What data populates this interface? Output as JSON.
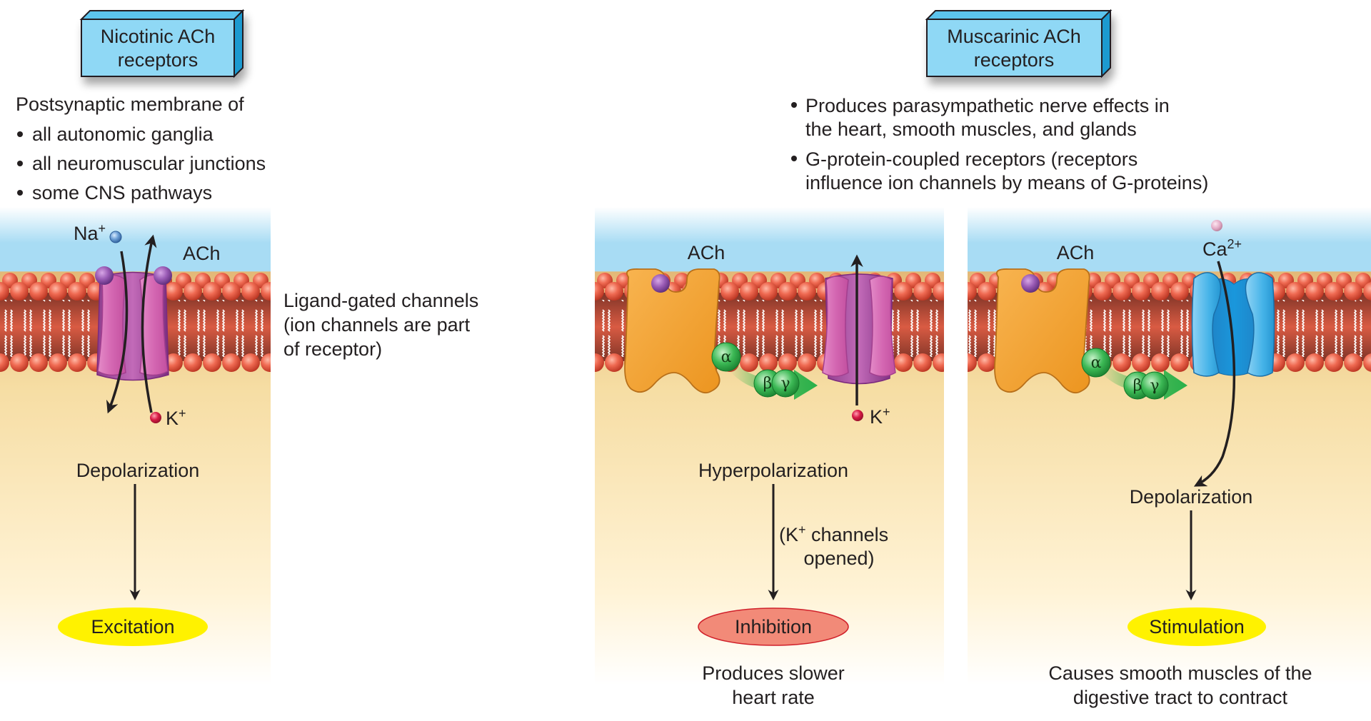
{
  "nicotinic": {
    "title_line1": "Nicotinic ACh",
    "title_line2": "receptors",
    "intro": "Postsynaptic membrane of",
    "bullets": [
      "all autonomic ganglia",
      "all neuromuscular junctions",
      "some CNS pathways"
    ],
    "side_note": [
      "Ligand-gated channels",
      "(ion channels are part",
      "of receptor)"
    ],
    "ion_in": "Na",
    "ion_in_charge": "+",
    "ion_out": "K",
    "ion_out_charge": "+",
    "ligand": "ACh",
    "effect": "Depolarization",
    "result": "Excitation"
  },
  "muscarinic": {
    "title_line1": "Muscarinic ACh",
    "title_line2": "receptors",
    "bullets": [
      {
        "line1": "Produces parasympathetic nerve effects in",
        "line2": "the heart, smooth muscles, and glands"
      },
      {
        "line1": "G-protein-coupled receptors (receptors",
        "line2": "influence ion channels by means of G-proteins)"
      }
    ],
    "heart": {
      "ligand": "ACh",
      "g_alpha": "α",
      "g_beta": "β",
      "g_gamma": "γ",
      "ion": "K",
      "ion_charge": "+",
      "effect": "Hyperpolarization",
      "note_line1_prefix": "(K",
      "note_line1_sup": "+",
      "note_line1_suffix": " channels",
      "note_line2": "opened)",
      "result": "Inhibition",
      "caption_line1": "Produces slower",
      "caption_line2": "heart rate"
    },
    "smooth_muscle": {
      "ligand": "ACh",
      "g_alpha": "α",
      "g_beta": "β",
      "g_gamma": "γ",
      "ion": "Ca",
      "ion_charge": "2+",
      "effect": "Depolarization",
      "result": "Stimulation",
      "caption_line1": "Causes smooth muscles of the",
      "caption_line2": "digestive tract to contract"
    }
  },
  "colors": {
    "title_box": "#8fd8f5",
    "title_box_top": "#5bc4ee",
    "title_box_side": "#1a9ad0",
    "extracellular": "#a8dcf4",
    "cytoplasm": "#f3d79a",
    "phospholipid_head": "#e8553f",
    "membrane_core": "#b54a36",
    "ligand_channel": "#d86bb4",
    "receptor_orange": "#f0a030",
    "g_protein": "#2db24a",
    "ca_channel": "#3ab0e6",
    "excitation": "#fff200",
    "inhibition": "#f28a78",
    "inhibition_border": "#d0202a",
    "stimulation": "#fff200"
  }
}
